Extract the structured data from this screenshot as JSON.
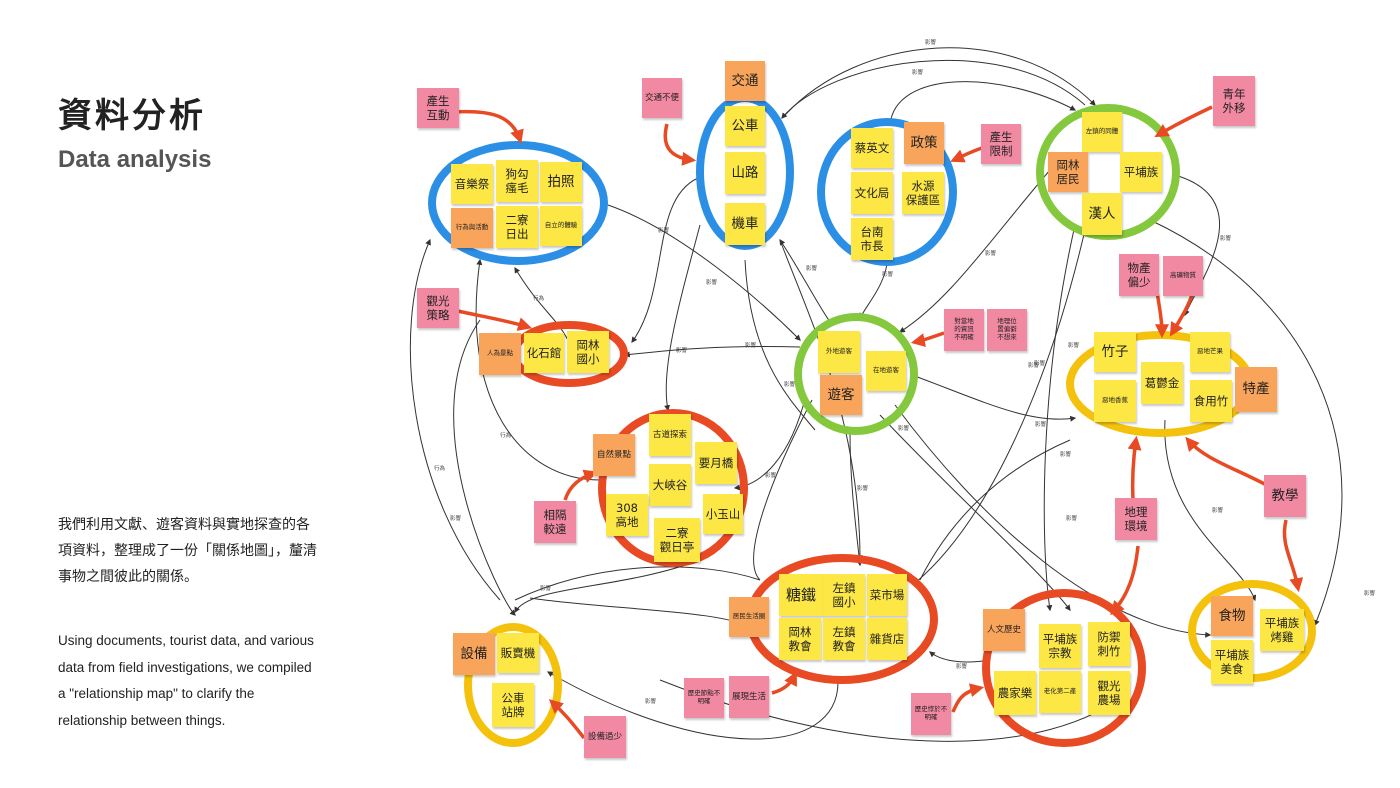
{
  "header": {
    "title_zh": "資料分析",
    "title_en": "Data analysis"
  },
  "description": {
    "zh": "我們利用文獻、遊客資料與實地探查的各項資料，整理成了一份「關係地圖」，釐清事物之間彼此的關係。",
    "en": "Using documents, tourist data, and various data from field investigations, we compiled a \"relationship map\" to clarify the relationship between things."
  },
  "colors": {
    "blue": "#2b8fe6",
    "green": "#84c83e",
    "red": "#e84a24",
    "gold": "#f4c20c",
    "yellow_note": "#fce744",
    "orange_note": "#f8a45a",
    "pink_note": "#f289a3",
    "arrow": "#e84a24",
    "line": "#333333"
  },
  "notes": {
    "n01": "產生\n互動",
    "n02": "音樂祭",
    "n03": "狗勾\n瘙毛",
    "n04": "拍照",
    "n05": "行為與活動",
    "n06": "二寮\n日出",
    "n07": "自立的體驗",
    "n08": "交通不便",
    "n09": "交通",
    "n10": "公車",
    "n11": "山路",
    "n12": "機車",
    "n13": "蔡英文",
    "n14": "政策",
    "n15": "文化局",
    "n16": "水源\n保護區",
    "n17": "台南\n市長",
    "n18": "產生\n限制",
    "n19": "左鎮的同體",
    "n20": "岡林\n居民",
    "n21": "平埔族",
    "n22": "漢人",
    "n23": "青年\n外移",
    "n24": "觀光\n策略",
    "n25": "人為景點",
    "n26": "化石館",
    "n27": "岡林\n國小",
    "n28": "外地遊客",
    "n29": "在地遊客",
    "n30": "遊客",
    "n31": "對當地\n的資訊\n不明確",
    "n32": "地理位\n置偏僻\n不想來",
    "n33": "物產\n偏少",
    "n34": "高礦物質",
    "n35": "竹子",
    "n36": "惡地芒果",
    "n37": "葛鬱金",
    "n38": "特產",
    "n39": "惡地香蕉",
    "n40": "食用竹",
    "n41": "古道探索",
    "n42": "自然景點",
    "n43": "要月橋",
    "n44": "大峽谷",
    "n45": "308\n高地",
    "n46": "小玉山",
    "n47": "二寮\n觀日亭",
    "n48": "相隔\n較遠",
    "n49": "地理\n環境",
    "n50": "教學",
    "n51": "糖鐵",
    "n52": "左鎮\n國小",
    "n53": "菜市場",
    "n54": "居民生活圈",
    "n55": "岡林\n教會",
    "n56": "左鎮\n教會",
    "n57": "雜貨店",
    "n58": "歷史節點不明確",
    "n59": "展現生活",
    "n60": "設備",
    "n61": "販賣機",
    "n62": "公車\n站牌",
    "n63": "設備過少",
    "n64": "人文歷史",
    "n65": "平埔族\n宗教",
    "n66": "防禦\n刺竹",
    "n67": "農家樂",
    "n68": "老化第二產",
    "n69": "觀光\n農場",
    "n70": "歷史悖於不明確",
    "n71": "食物",
    "n72": "平埔族\n烤雞",
    "n73": "平埔族\n美食"
  },
  "edge_labels": {
    "e01": "影響",
    "e02": "影響",
    "e03": "影響",
    "e04": "影響",
    "e05": "影響",
    "e06": "影響",
    "e07": "影響",
    "e08": "行為",
    "e09": "行為",
    "e10": "行為",
    "e11": "影響",
    "e12": "影響",
    "e13": "影響",
    "e14": "影響",
    "e15": "影響",
    "e16": "影響",
    "e17": "影響",
    "e18": "影響",
    "e19": "影響",
    "e20": "影響",
    "e21": "影響",
    "e22": "影響",
    "e23": "影響",
    "e24": "影響",
    "e25": "影響",
    "e26": "影響",
    "e27": "影響",
    "e28": "影響",
    "e29": "影響"
  }
}
